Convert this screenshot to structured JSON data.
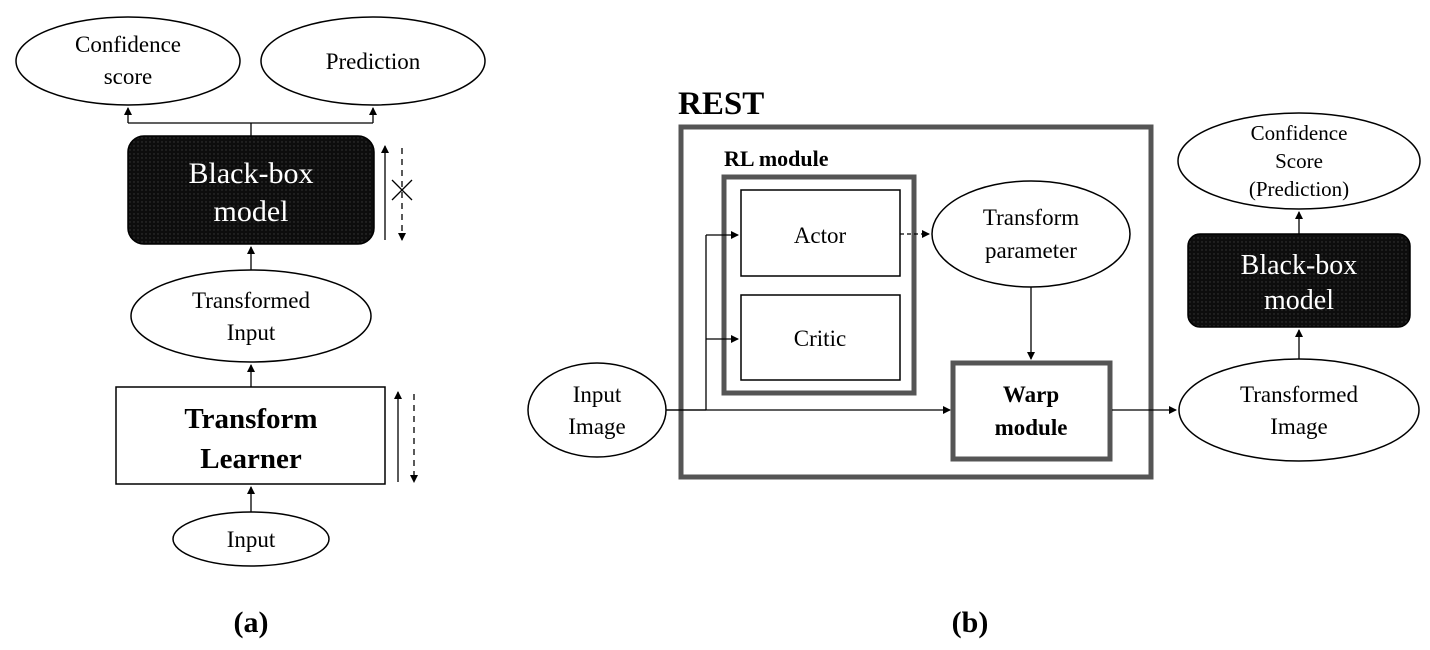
{
  "panel_a": {
    "caption": "(a)",
    "confidence_score": [
      "Confidence",
      "score"
    ],
    "prediction": "Prediction",
    "blackbox": [
      "Black-box",
      "model"
    ],
    "transformed_input": [
      "Transformed",
      "Input"
    ],
    "transform_learner": [
      "Transform",
      "Learner"
    ],
    "input": "Input"
  },
  "panel_b": {
    "caption": "(b)",
    "rest_title": "REST",
    "rl_module_label": "RL module",
    "actor": "Actor",
    "critic": "Critic",
    "transform_parameter": [
      "Transform",
      "parameter"
    ],
    "warp_module": [
      "Warp",
      "module"
    ],
    "input_image": [
      "Input",
      "Image"
    ],
    "transformed_image": [
      "Transformed",
      "Image"
    ],
    "blackbox": [
      "Black-box",
      "model"
    ],
    "confidence_score": [
      "Confidence",
      "Score",
      "(Prediction)"
    ]
  },
  "colors": {
    "blackbox_fill": "#0d0d0d",
    "frame_gray": "#555555",
    "line": "#000000"
  }
}
